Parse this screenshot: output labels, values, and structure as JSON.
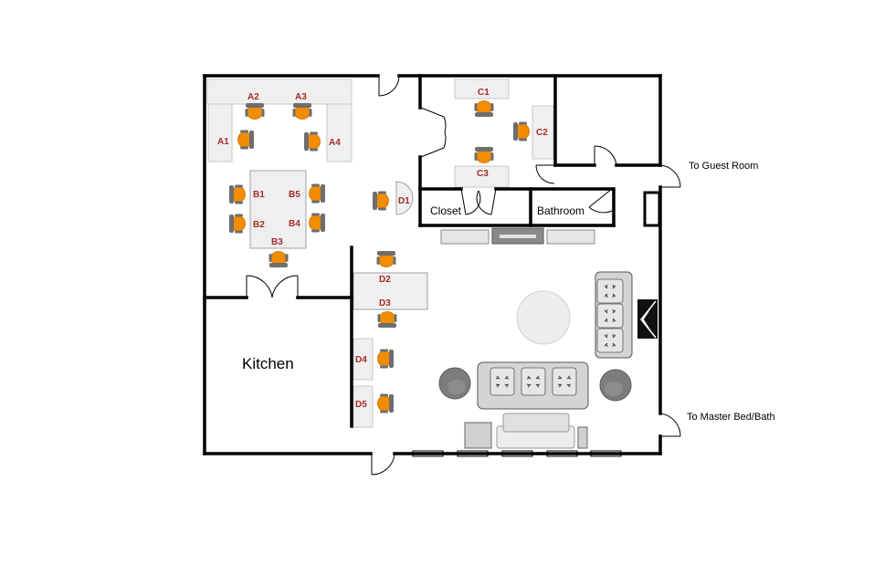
{
  "colors": {
    "wall": "#000000",
    "chair": "#f28c00",
    "seat_label": "#a52a2a",
    "furniture_fill": "#e8e8e8",
    "furniture_stroke": "#b4b4b4",
    "sofa_fill": "#d9d9d9",
    "armchair": "#7d7d7d"
  },
  "labels": {
    "kitchen": "Kitchen",
    "closet": "Closet",
    "bathroom": "Bathroom",
    "to_guest_room": "To Guest Room",
    "to_master": "To Master Bed/Bath"
  },
  "seats": {
    "A1": "A1",
    "A2": "A2",
    "A3": "A3",
    "A4": "A4",
    "B1": "B1",
    "B2": "B2",
    "B3": "B3",
    "B4": "B4",
    "B5": "B5",
    "C1": "C1",
    "C2": "C2",
    "C3": "C3",
    "D1": "D1",
    "D2": "D2",
    "D3": "D3",
    "D4": "D4",
    "D5": "D5"
  }
}
